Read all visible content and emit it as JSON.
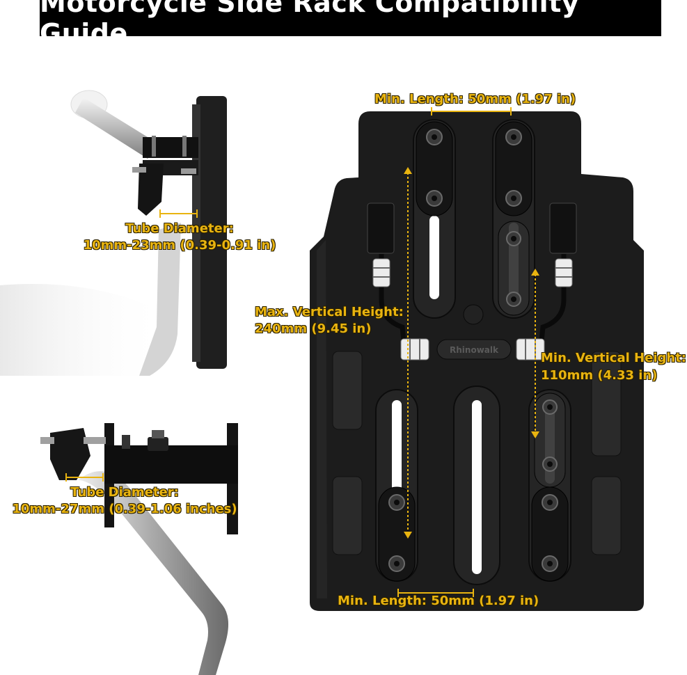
{
  "title": "Motorcycle Side Rack Compatibility Guide",
  "brand": "Rhinowalk",
  "labels": {
    "min_length_top": "Min. Length: 50mm (1.97 in)",
    "min_length_bottom": "Min. Length: 50mm (1.97 in)",
    "max_vertical_label": "Max. Vertical Height:",
    "max_vertical_value": "240mm (9.45 in)",
    "min_vertical_label": "Min. Vertical Height:",
    "min_vertical_value": "110mm (4.33 in)",
    "tube_top_label": "Tube Diameter:",
    "tube_top_value": "10mm-23mm (0.39-0.91 in)",
    "tube_bottom_label": "Tube Diameter:",
    "tube_bottom_value": "10mm-27mm (0.39-1.06 inches)"
  },
  "colors": {
    "accent": "#e9b410",
    "plate": "#1c1c1c",
    "title_bg": "#000000",
    "title_text": "#ffffff"
  }
}
